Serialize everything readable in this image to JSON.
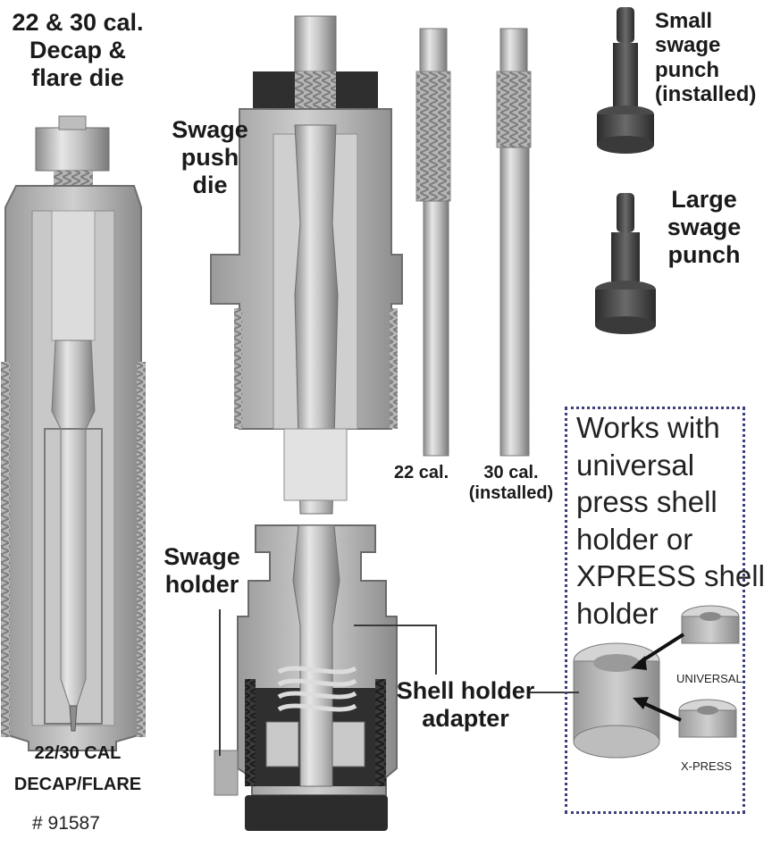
{
  "labels": {
    "decap_title": [
      "22 & 30 cal.",
      "Decap &",
      "flare die"
    ],
    "swage_push_die": [
      "Swage",
      "push",
      "die"
    ],
    "cal_22": "22 cal.",
    "cal_30": [
      "30 cal.",
      "(installed)"
    ],
    "small_punch": [
      "Small",
      "swage",
      "punch",
      "(installed)"
    ],
    "large_punch": [
      "Large",
      "swage",
      "punch"
    ],
    "swage_holder": [
      "Swage",
      "holder"
    ],
    "shell_holder_adapter": [
      "Shell holder",
      "adapter"
    ],
    "decap_flare_caption": [
      "22/30 CAL",
      "DECAP/FLARE"
    ],
    "part_number": "# 91587"
  },
  "note": {
    "lines": [
      "Works with",
      "universal",
      "press shell",
      "holder or",
      "XPRESS shell",
      "holder"
    ],
    "universal_label": "UNIVERSAL",
    "xpress_label": "X-PRESS"
  },
  "colors": {
    "steel_light": "#d9d9d9",
    "steel_mid": "#a8a8a8",
    "steel_dark": "#6e6e6e",
    "black_part": "#2a2a2a",
    "box_border": "#3d3f7a",
    "text": "#1a1a1a"
  }
}
